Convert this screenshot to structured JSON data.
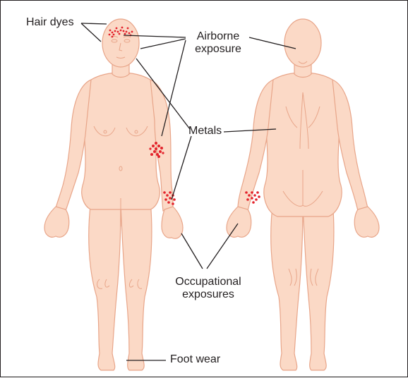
{
  "labels": {
    "hair_dyes": "Hair dyes",
    "airborne_line1": "Airborne",
    "airborne_line2": "exposure",
    "metals": "Metals",
    "occupational_line1": "Occupational",
    "occupational_line2": "exposures",
    "foot_wear": "Foot wear"
  },
  "colors": {
    "skin": "#fbd9c6",
    "outline": "#e8a589",
    "lesion": "#e3232c",
    "leader_line": "#231f20"
  },
  "icons": {
    "front_body": "human-front-figure",
    "back_body": "human-back-figure"
  }
}
